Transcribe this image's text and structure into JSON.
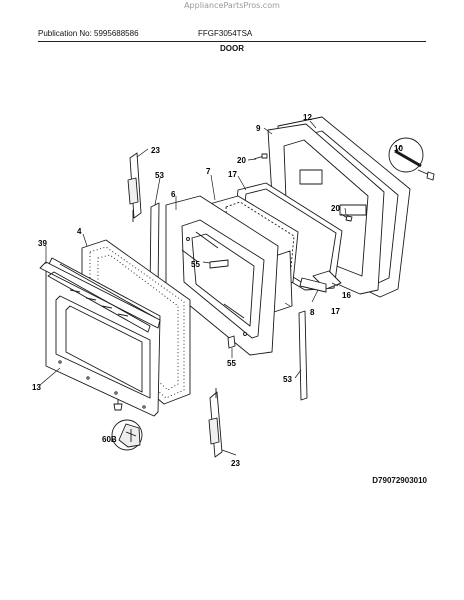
{
  "site_watermark": "AppliancePartsPros.com",
  "header": {
    "publication": "Publication No: 5995688586",
    "model": "FFGF3054TSA",
    "section_title": "DOOR"
  },
  "diagram_number": "D79072903010",
  "part_labels": {
    "p9": "9",
    "p12": "12",
    "p10": "10",
    "p20a": "20",
    "p20b": "20",
    "p23a": "23",
    "p23b": "23",
    "p7": "7",
    "p17a": "17",
    "p17b": "17",
    "p53a": "53",
    "p53b": "53",
    "p6": "6",
    "p39": "39",
    "p4": "4",
    "p55a": "55",
    "p55b": "55",
    "p16": "16",
    "p8": "8",
    "p13": "13",
    "p60b": "60B"
  }
}
